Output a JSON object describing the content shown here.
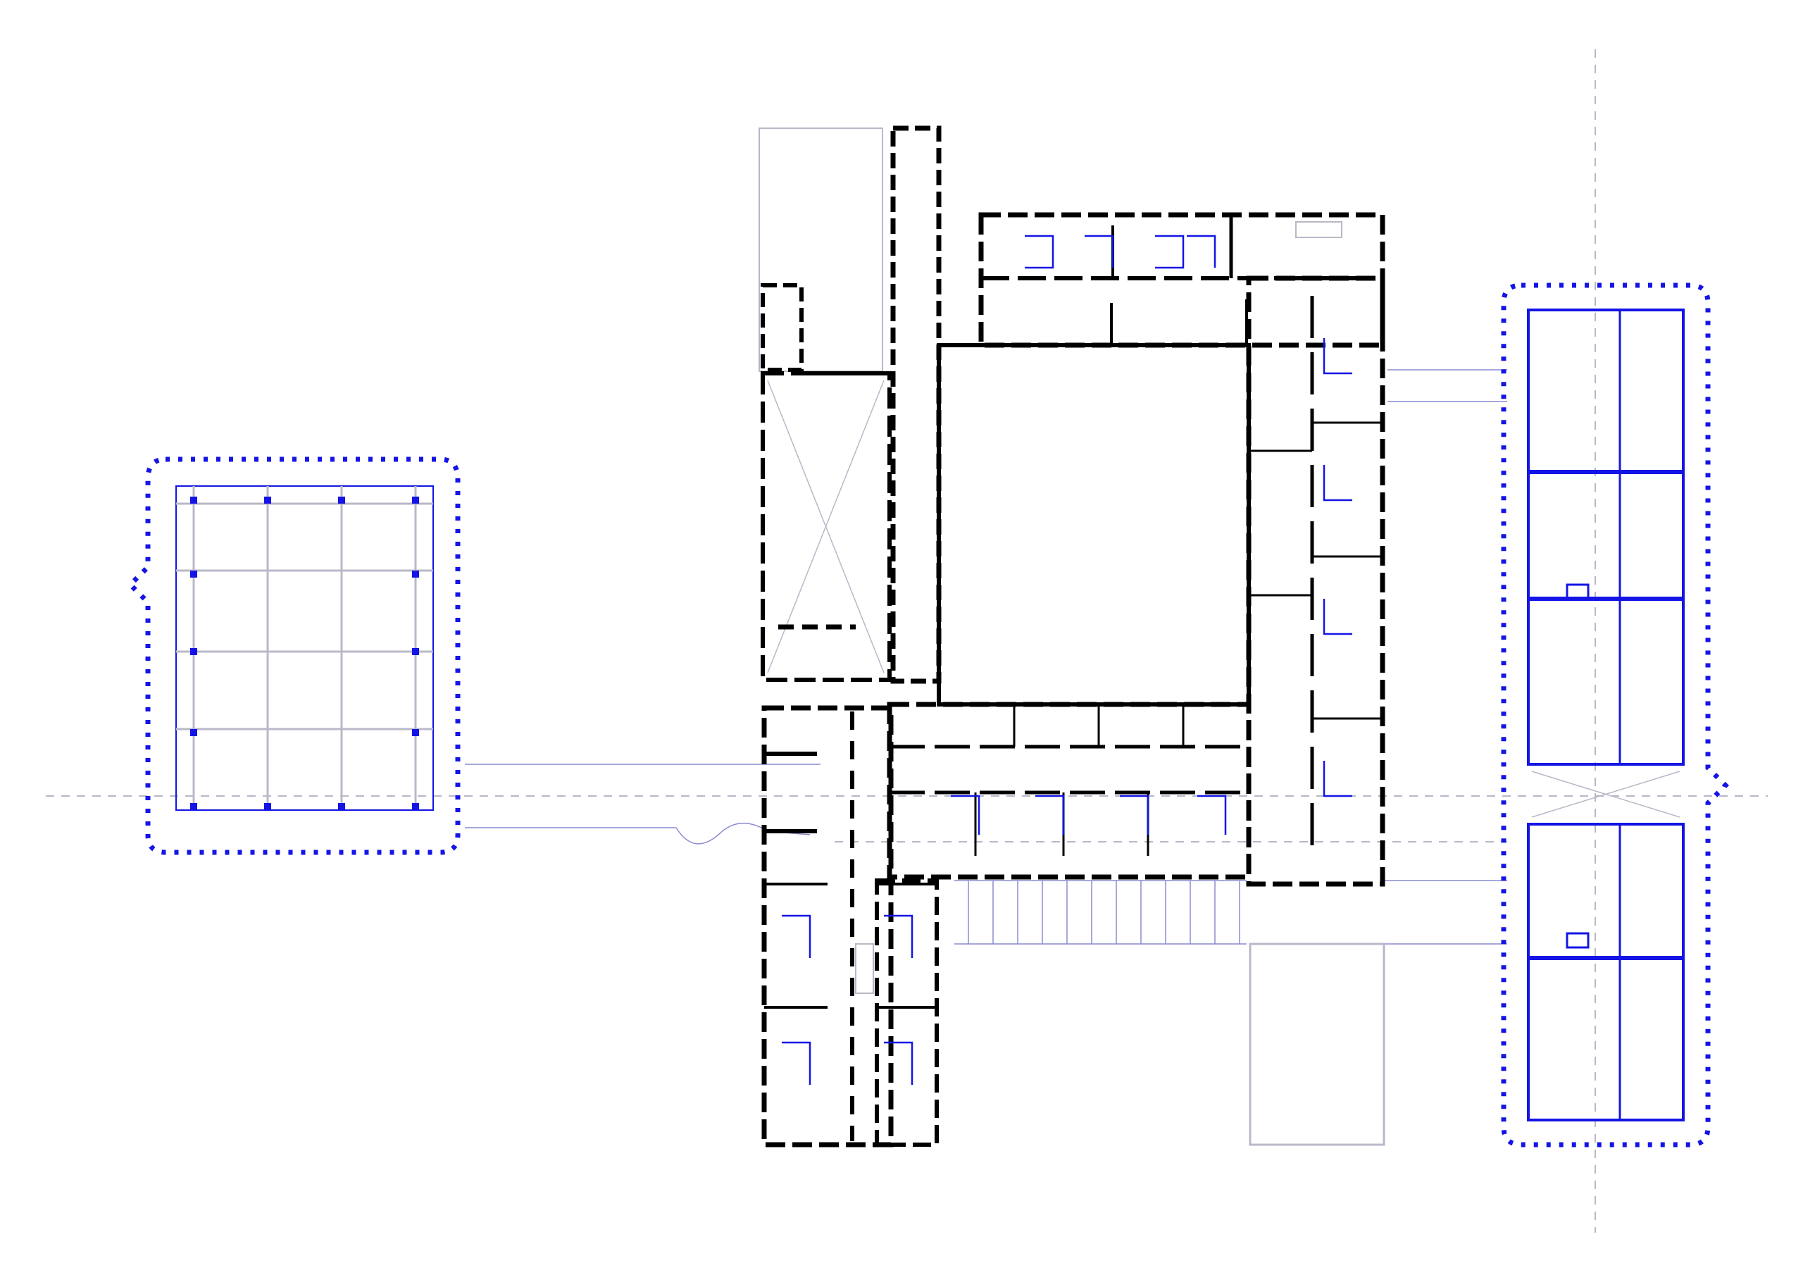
{
  "drawing": {
    "kind": "architectural-floor-plan",
    "colors": {
      "background": "#ffffff",
      "existing_walls": "#000000",
      "new_structure": "#1414e6",
      "furniture_lines": "#8a8acf",
      "reference_lines": "#b8b8c8"
    },
    "components": [
      "west-pavilion",
      "central-courtyard-building",
      "south-wing",
      "east-pavilion"
    ]
  }
}
